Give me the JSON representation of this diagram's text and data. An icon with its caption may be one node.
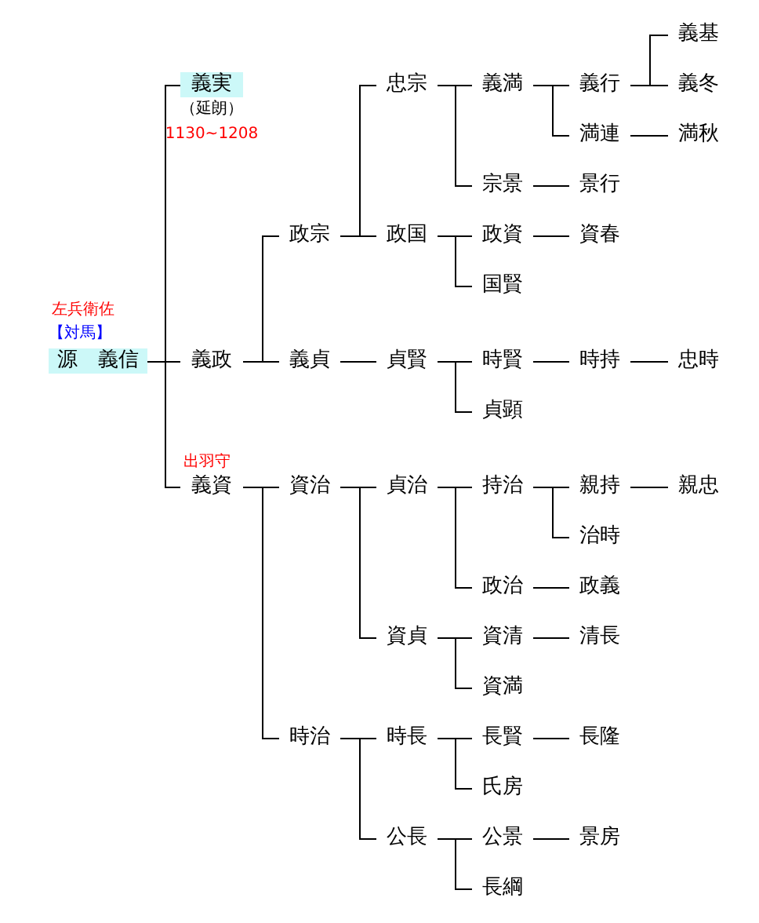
{
  "diagram": {
    "nodes": [
      {
        "text": [
          "源　義信"
        ],
        "beside": [
          "左兵衛佐",
          "【対馬】"
        ]
      },
      {
        "text": [
          "義実"
        ],
        "beside": [
          "（延朗）",
          "1130~1208"
        ]
      },
      {
        "text": [
          "義政"
        ]
      },
      {
        "text": [
          "政宗"
        ]
      },
      {
        "text": [
          "忠宗"
        ]
      },
      {
        "text": [
          "義満"
        ]
      },
      {
        "text": [
          "義行"
        ]
      },
      {
        "text": [
          "義基"
        ]
      },
      {
        "text": [
          "義冬"
        ]
      },
      {
        "text": [
          "満連"
        ]
      },
      {
        "text": [
          "満秋"
        ]
      },
      {
        "text": [
          "宗景"
        ]
      },
      {
        "text": [
          "景行"
        ]
      },
      {
        "text": [
          "政国"
        ]
      },
      {
        "text": [
          "政資"
        ]
      },
      {
        "text": [
          "資春"
        ]
      },
      {
        "text": [
          "国賢"
        ]
      },
      {
        "text": [
          "義貞"
        ]
      },
      {
        "text": [
          "貞賢"
        ]
      },
      {
        "text": [
          "時賢"
        ]
      },
      {
        "text": [
          "時持"
        ]
      },
      {
        "text": [
          "忠時"
        ]
      },
      {
        "text": [
          "貞顕"
        ]
      },
      {
        "text": [
          "義資"
        ],
        "beside": [
          "出羽守"
        ]
      },
      {
        "text": [
          "資治"
        ]
      },
      {
        "text": [
          "貞治"
        ]
      },
      {
        "text": [
          "持治"
        ]
      },
      {
        "text": [
          "親持"
        ]
      },
      {
        "text": [
          "親忠"
        ]
      },
      {
        "text": [
          "治時"
        ]
      },
      {
        "text": [
          "政治"
        ]
      },
      {
        "text": [
          "政義"
        ]
      },
      {
        "text": [
          "資貞"
        ]
      },
      {
        "text": [
          "資清"
        ]
      },
      {
        "text": [
          "清長"
        ]
      },
      {
        "text": [
          "資満"
        ]
      },
      {
        "text": [
          "時治"
        ]
      },
      {
        "text": [
          "時長"
        ]
      },
      {
        "text": [
          "長賢"
        ]
      },
      {
        "text": [
          "長隆"
        ]
      },
      {
        "text": [
          "氏房"
        ]
      },
      {
        "text": [
          "公長"
        ]
      },
      {
        "text": [
          "公景"
        ]
      },
      {
        "text": [
          "景房"
        ]
      },
      {
        "text": [
          "長綱"
        ]
      }
    ],
    "edges": [
      {
        "from": 0,
        "to": 1,
        "arrow": "none"
      },
      {
        "from": 0,
        "to": 2,
        "arrow": "none"
      },
      {
        "from": 0,
        "to": 23,
        "arrow": "none"
      },
      {
        "from": 2,
        "to": 3,
        "arrow": "none"
      },
      {
        "from": 2,
        "to": 17,
        "arrow": "none"
      },
      {
        "from": 3,
        "to": 4,
        "arrow": "none"
      },
      {
        "from": 3,
        "to": 13,
        "arrow": "none"
      },
      {
        "from": 4,
        "to": 5,
        "arrow": "none"
      },
      {
        "from": 4,
        "to": 11,
        "arrow": "none"
      },
      {
        "from": 5,
        "to": 6,
        "arrow": "none"
      },
      {
        "from": 5,
        "to": 9,
        "arrow": "none"
      },
      {
        "from": 6,
        "to": 7,
        "arrow": "none"
      },
      {
        "from": 6,
        "to": 8,
        "arrow": "none"
      },
      {
        "from": 9,
        "to": 10,
        "arrow": "none"
      },
      {
        "from": 11,
        "to": 12,
        "arrow": "none"
      },
      {
        "from": 13,
        "to": 14,
        "arrow": "none"
      },
      {
        "from": 13,
        "to": 16,
        "arrow": "none"
      },
      {
        "from": 14,
        "to": 15,
        "arrow": "none"
      },
      {
        "from": 17,
        "to": 18,
        "arrow": "none"
      },
      {
        "from": 18,
        "to": 19,
        "arrow": "none"
      },
      {
        "from": 18,
        "to": 22,
        "arrow": "none"
      },
      {
        "from": 19,
        "to": 20,
        "arrow": "none"
      },
      {
        "from": 20,
        "to": 21,
        "arrow": "none"
      },
      {
        "from": 23,
        "to": 24,
        "arrow": "none"
      },
      {
        "from": 23,
        "to": 36,
        "arrow": "none"
      },
      {
        "from": 24,
        "to": 25,
        "arrow": "none"
      },
      {
        "from": 24,
        "to": 32,
        "arrow": "none"
      },
      {
        "from": 25,
        "to": 26,
        "arrow": "none"
      },
      {
        "from": 25,
        "to": 30,
        "arrow": "none"
      },
      {
        "from": 26,
        "to": 27,
        "arrow": "none"
      },
      {
        "from": 26,
        "to": 29,
        "arrow": "none"
      },
      {
        "from": 27,
        "to": 28,
        "arrow": "none"
      },
      {
        "from": 30,
        "to": 31,
        "arrow": "none"
      },
      {
        "from": 32,
        "to": 33,
        "arrow": "none"
      },
      {
        "from": 32,
        "to": 35,
        "arrow": "none"
      },
      {
        "from": 33,
        "to": 34,
        "arrow": "none"
      },
      {
        "from": 36,
        "to": 37,
        "arrow": "none"
      },
      {
        "from": 36,
        "to": 41,
        "arrow": "none"
      },
      {
        "from": 37,
        "to": 38,
        "arrow": "none"
      },
      {
        "from": 37,
        "to": 40,
        "arrow": "none"
      },
      {
        "from": 38,
        "to": 39,
        "arrow": "none"
      },
      {
        "from": 41,
        "to": 42,
        "arrow": "none"
      },
      {
        "from": 41,
        "to": 44,
        "arrow": "none"
      },
      {
        "from": 42,
        "to": 43,
        "arrow": "none"
      }
    ]
  }
}
